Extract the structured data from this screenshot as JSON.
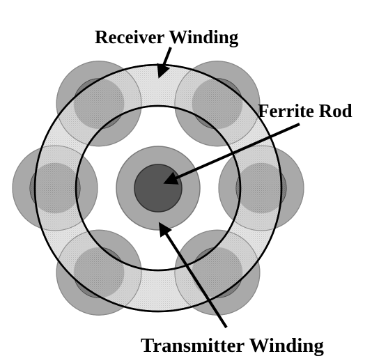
{
  "labels": {
    "receiver_winding": "Receiver Winding",
    "ferrite_rod": "Ferrite Rod",
    "transmitter_winding": "Transmitter Winding"
  },
  "colors": {
    "outer_coil_fill": "#a9a9a9",
    "inner_core_fill": "#5c5c5c",
    "receiver_band_fill": "#dcdcdc",
    "center_ferrite_fill": "#555555",
    "outline": "#000000"
  }
}
